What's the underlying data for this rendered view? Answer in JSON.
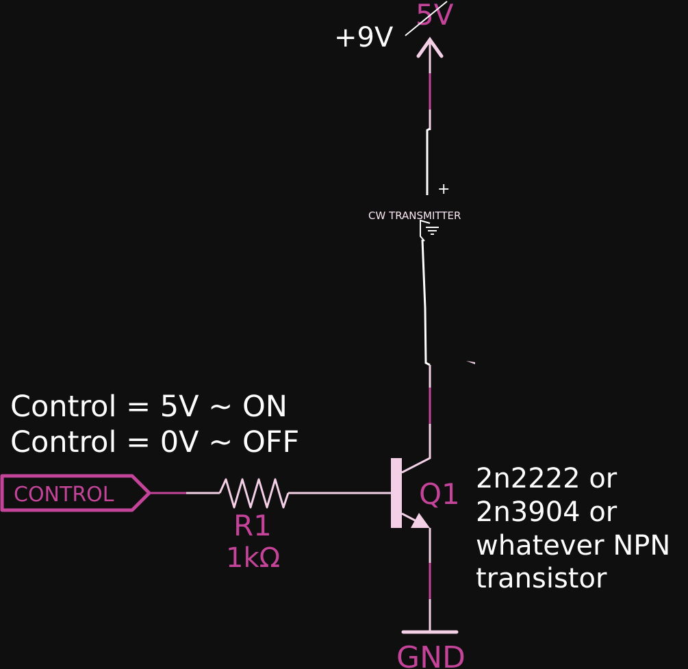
{
  "colors": {
    "background": "#0f0f0f",
    "accent": "#c4449a",
    "wire": "#f3d0e6",
    "annotation": "#ffffff"
  },
  "supply": {
    "original_label": "5V",
    "new_label": "+9V"
  },
  "module": {
    "label": "CW TRANSMITTER",
    "plus_label": "+"
  },
  "notes": {
    "line1": "Control = 5V ~ ON",
    "line2": "Control = 0V ~ OFF"
  },
  "control": {
    "label": "CONTROL"
  },
  "resistor": {
    "name": "R1",
    "value": "1kΩ"
  },
  "transistor": {
    "name": "Q1",
    "desc": [
      "2n2222 or",
      "2n3904 or",
      "whatever NPN",
      "transistor"
    ]
  },
  "ground": {
    "label": "GND"
  }
}
